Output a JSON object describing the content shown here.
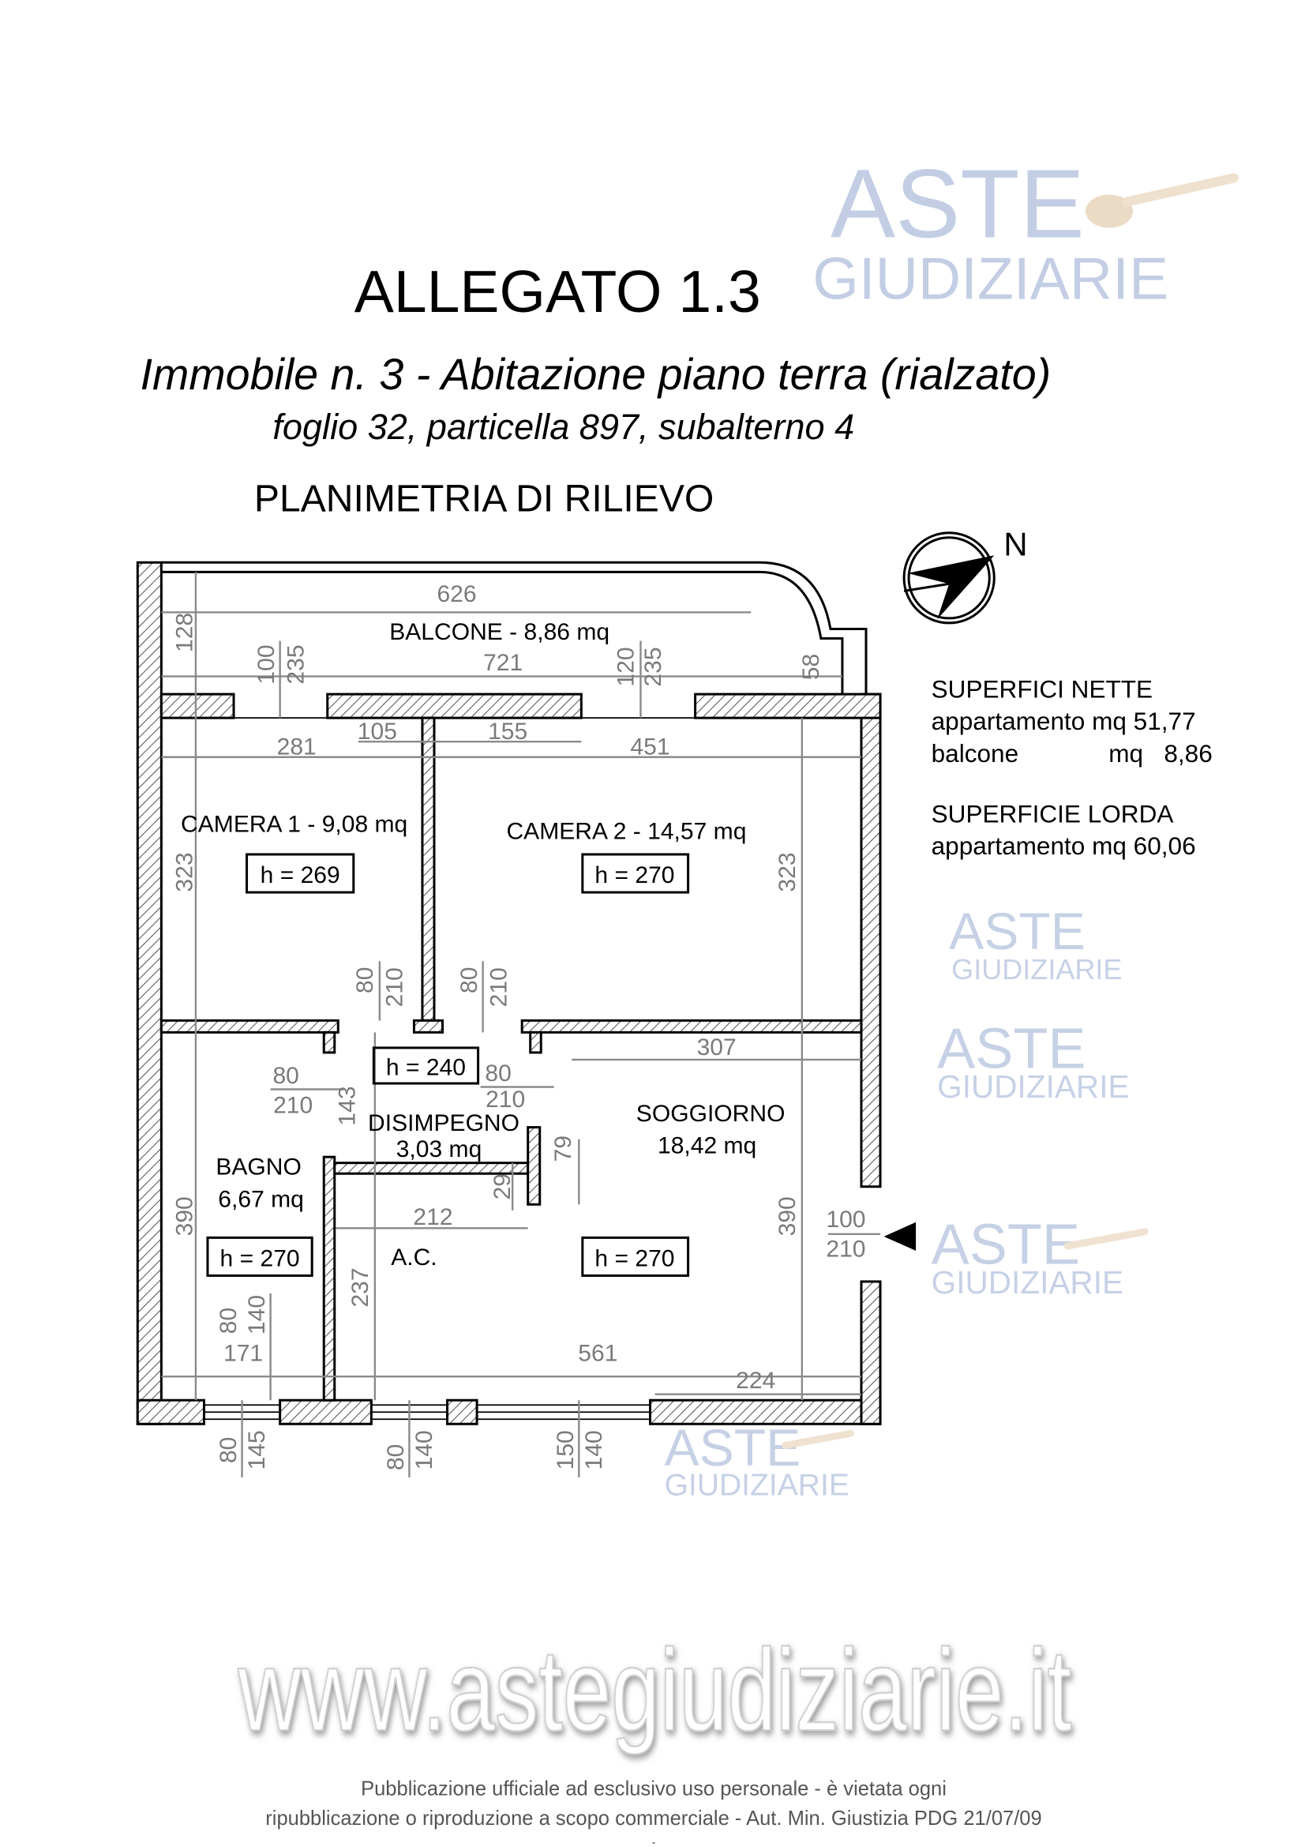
{
  "header": {
    "title": "ALLEGATO 1.3",
    "subtitle": "Immobile n. 3 - Abitazione piano terra (rialzato)",
    "cadastral": "foglio 32, particella 897, subalterno 4",
    "plan_title": "PLANIMETRIA DI RILIEVO"
  },
  "compass": {
    "label": "N"
  },
  "rooms": {
    "balcone": "BALCONE - 8,86 mq",
    "camera1": "CAMERA 1 - 9,08 mq",
    "camera1_h": "h = 269",
    "camera2": "CAMERA 2 - 14,57 mq",
    "camera2_h": "h = 270",
    "disimpegno_h": "h = 240",
    "disimpegno": "DISIMPEGNO",
    "disimpegno_area": "3,03 mq",
    "soggiorno": "SOGGIORNO",
    "soggiorno_area": "18,42 mq",
    "soggiorno_h": "h = 270",
    "bagno": "BAGNO",
    "bagno_area": "6,67 mq",
    "bagno_h": "h = 270",
    "ac": "A.C."
  },
  "dimensions_h": [
    "626",
    "721",
    "281",
    "105",
    "155",
    "451",
    "307",
    "80",
    "210",
    "80",
    "210",
    "212",
    "100",
    "210",
    "171",
    "561",
    "224"
  ],
  "dimensions_v": [
    "128",
    "100",
    "235",
    "120",
    "235",
    "58",
    "323",
    "323",
    "80",
    "210",
    "80",
    "210",
    "143",
    "79",
    "29",
    "390",
    "390",
    "237",
    "80",
    "140",
    "80",
    "145",
    "80",
    "140",
    "150",
    "140"
  ],
  "surfaces": {
    "net_title": "SUPERFICI NETTE",
    "net_apartment": "appartamento mq 51,77",
    "net_balcony_label": "balcone",
    "net_balcony_value": "mq   8,86",
    "gross_title": "SUPERFICIE LORDA",
    "gross_apartment": "appartamento mq 60,06"
  },
  "watermark": {
    "line1": "ASTE",
    "line2": "GIUDIZIARIE",
    "url": "www.astegiudiziarie.it"
  },
  "footer": {
    "line1": "Pubblicazione ufficiale ad esclusivo uso personale - è vietata ogni",
    "line2": "ripubblicazione o riproduzione a scopo commerciale - Aut. Min. Giustizia PDG 21/07/09",
    "mark": "-"
  },
  "colors": {
    "wall_hatch": "#555555",
    "dimension": "#7a7a7a",
    "watermark": "#b9c6e0"
  }
}
